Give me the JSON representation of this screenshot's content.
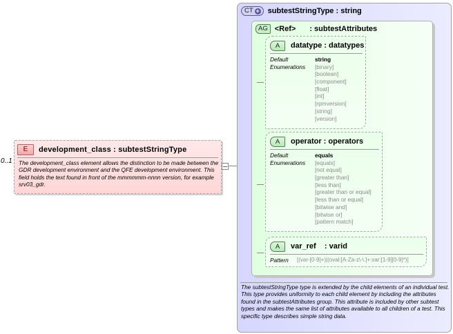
{
  "element": {
    "badge": "E",
    "title": "development_class : subtestStringType",
    "occurs": "0..1",
    "documentation": "The development_class element allows the distinction to be made between the GDR development environment and the QFE development environment.  This field holds the text found in front of the mmmmmm-nnnn version, for example srv03_gdr.",
    "collapse_icon": "minus-box-icon"
  },
  "complex_type": {
    "badge": "CT",
    "badge_icon": "plus-circle-icon",
    "title": "subtestStringType : string",
    "documentation": "The subtestStringType type is extended by the child elements of an individual test.  This type provides uniformity to each child element by including the attributes found in the subtestAttributes group.  This attribute is included by other subtest types and makes the same list of attributes available to all children of a test.  This specific type describes simple string data."
  },
  "attribute_group": {
    "badge": "AG",
    "ref": "<Ref>",
    "type": ": subtestAttributes",
    "attributes": [
      {
        "badge": "A",
        "title": "datatype : datatypes",
        "default_label": "Default",
        "default_value": "string",
        "enum_label": "Enumerations",
        "enumerations": [
          "[binary]",
          "[boolean]",
          "[component]",
          "[float]",
          "[int]",
          "[rpmversion]",
          "[string]",
          "[version]"
        ]
      },
      {
        "badge": "A",
        "title": "operator : operators",
        "default_label": "Default",
        "default_value": "equals",
        "enum_label": "Enumerations",
        "enumerations": [
          "[equals]",
          "[not equal]",
          "[greater than]",
          "[less than]",
          "[greater than or equal]",
          "[less than or equal]",
          "[bitwise and]",
          "[bitwise or]",
          "[pattern match]"
        ]
      },
      {
        "badge": "A",
        "title": "var_ref    : varid",
        "pattern_label": "Pattern",
        "pattern_value": "[(var-[0-9]+)|(oval:[A-Za-z\\-\\.]+:var:[1-9][0-9]*)]"
      }
    ]
  },
  "colors": {
    "element_bg": "#ffdede",
    "complex_type_bg": "#e0e0ff",
    "attribute_group_bg": "#e8ffe8",
    "enum_text": "#8a8a8a"
  }
}
